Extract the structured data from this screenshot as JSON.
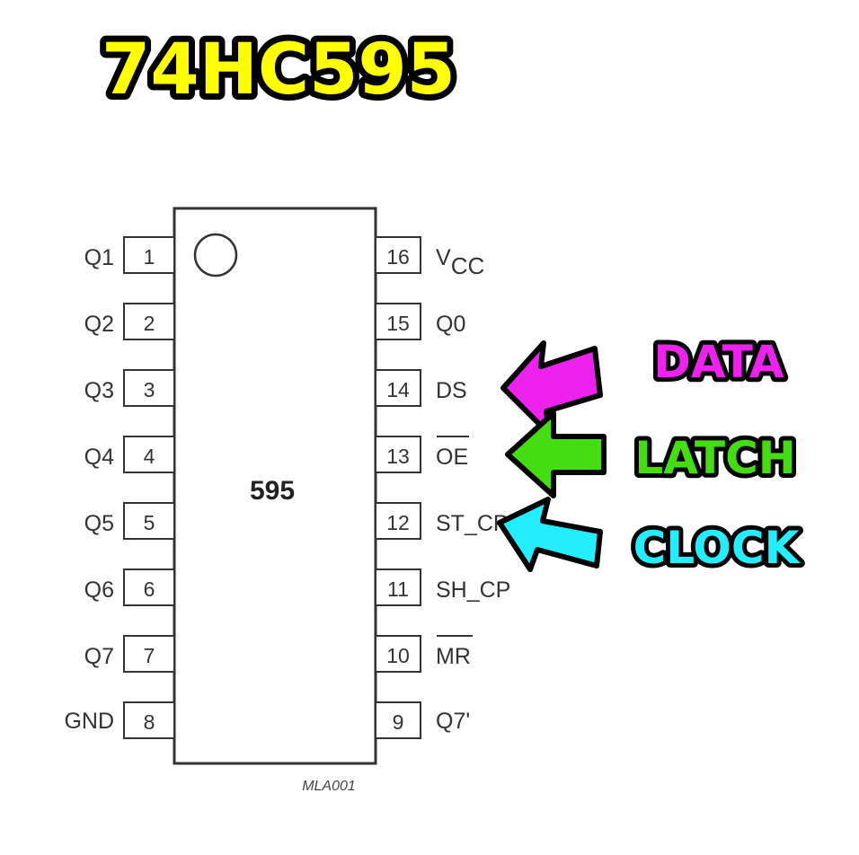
{
  "title": "74HC595",
  "chip": {
    "name": "595",
    "ref": "MLA001"
  },
  "left_pins": [
    {
      "num": "1",
      "label": "Q1"
    },
    {
      "num": "2",
      "label": "Q2"
    },
    {
      "num": "3",
      "label": "Q3"
    },
    {
      "num": "4",
      "label": "Q4"
    },
    {
      "num": "5",
      "label": "Q5"
    },
    {
      "num": "6",
      "label": "Q6"
    },
    {
      "num": "7",
      "label": "Q7"
    },
    {
      "num": "8",
      "label": "GND"
    }
  ],
  "right_pins": [
    {
      "num": "16",
      "label": "V",
      "sub": "CC"
    },
    {
      "num": "15",
      "label": "Q0"
    },
    {
      "num": "14",
      "label": "DS"
    },
    {
      "num": "13",
      "label": "OE",
      "overline": true
    },
    {
      "num": "12",
      "label": "ST_CP"
    },
    {
      "num": "11",
      "label": "SH_CP"
    },
    {
      "num": "10",
      "label": "MR",
      "overline": true
    },
    {
      "num": "9",
      "label": "Q7'"
    }
  ],
  "annotations": [
    {
      "label": "DATA",
      "color": "#ee22ee",
      "pin": "14"
    },
    {
      "label": "LATCH",
      "color": "#44dd11",
      "pin": "13"
    },
    {
      "label": "CLOCK",
      "color": "#22eeff",
      "pin": "12"
    }
  ],
  "colors": {
    "title_fill": "#ffff00",
    "outline": "#000000",
    "line": "#333333"
  }
}
